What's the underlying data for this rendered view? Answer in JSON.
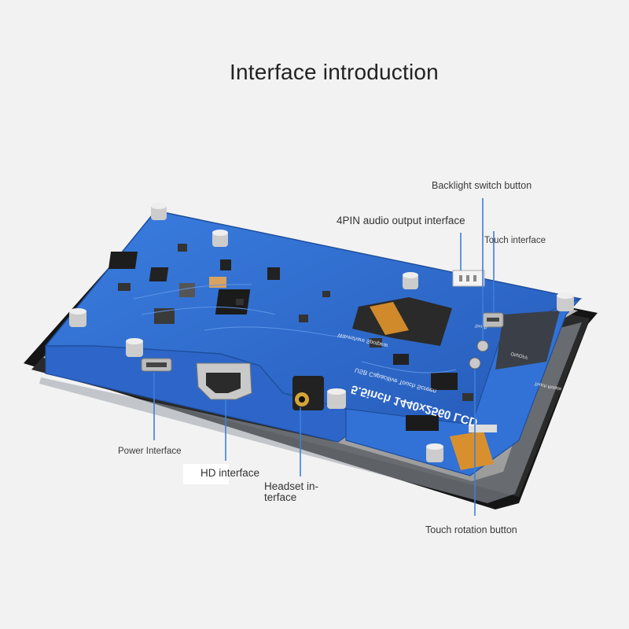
{
  "title": "Interface introduction",
  "board": {
    "silk_main": "5.5inch 1440x2560 LCD",
    "silk_sub": "USB Capacitive Touch Screen",
    "silk_brand": "Waveshare Spotpear",
    "silk_onoff": "ON/OFF",
    "silk_touch": "Touch",
    "silk_rotate": "Touch Rotate"
  },
  "callouts": [
    {
      "id": "backlight",
      "text": "Backlight switch button"
    },
    {
      "id": "audio",
      "text": "4PIN audio output interface"
    },
    {
      "id": "touch",
      "text": "Touch interface"
    },
    {
      "id": "power",
      "text": "Power Interface"
    },
    {
      "id": "hd",
      "text": "HD interface"
    },
    {
      "id": "headset_1",
      "text": "Headset in-"
    },
    {
      "id": "headset_2",
      "text": "terface"
    },
    {
      "id": "rotation",
      "text": "Touch rotation button"
    }
  ],
  "colors": {
    "pcb": "#2f6fd0",
    "pcb_dark": "#1f55a8",
    "leader": "#3d7fd9",
    "screen": "#1a1a1a"
  }
}
